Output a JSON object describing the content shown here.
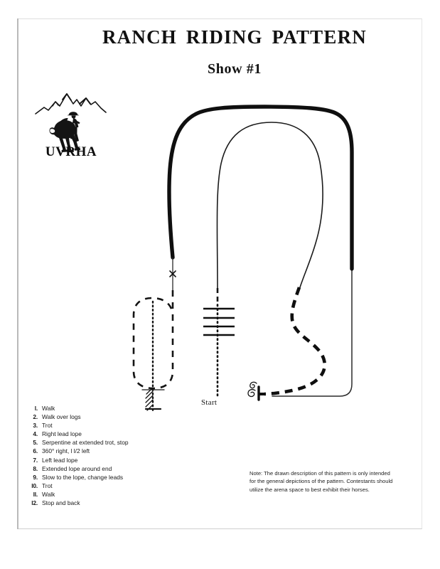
{
  "document": {
    "title": "RANCH RIDING PATTERN",
    "subtitle": "Show #1"
  },
  "logo": {
    "name": "uvrha-logo",
    "text": "UVRHA",
    "depicts": "mountain range with cowboy on bucking horse"
  },
  "diagram": {
    "start_label": "Start",
    "markers": {
      "x_mark": "x",
      "spin_symbol": "spiral",
      "log_count": 4,
      "back_up_symbol": "hatched-ladder"
    }
  },
  "steps": [
    {
      "num": "l.",
      "label": "Walk"
    },
    {
      "num": "2.",
      "label": "Walk over logs"
    },
    {
      "num": "3.",
      "label": "Trot"
    },
    {
      "num": "4.",
      "label": "Right lead lope"
    },
    {
      "num": "5.",
      "label": "Serpentine at extended trot, stop"
    },
    {
      "num": "6.",
      "label": "360° right, l l/2 left"
    },
    {
      "num": "7.",
      "label": "Left lead lope"
    },
    {
      "num": "8.",
      "label": "Extended lope around end"
    },
    {
      "num": "9.",
      "label": "Slow to the lope, change leads"
    },
    {
      "num": "l0.",
      "label": "Trot"
    },
    {
      "num": "ll.",
      "label": "Walk"
    },
    {
      "num": "l2.",
      "label": "Stop and back"
    }
  ],
  "note": {
    "text": "Note: The drawn description of this pattern is only intended for the general depictions of the pattern. Contestants should utilize the arena space to best exhibit their horses."
  },
  "colors": {
    "ink": "#111111",
    "paper": "#ffffff",
    "border": "#cfcfcf"
  }
}
